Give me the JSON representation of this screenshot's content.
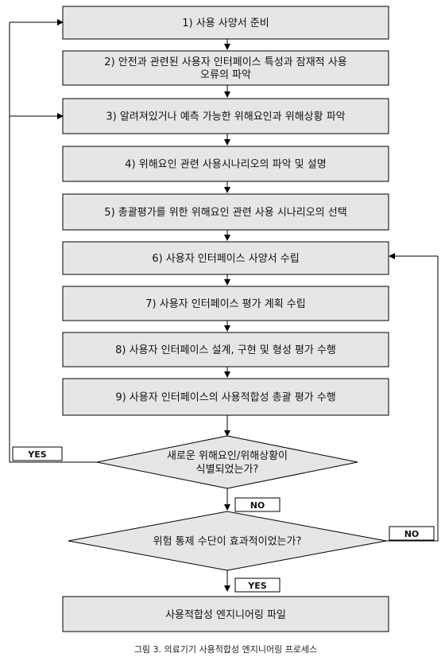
{
  "steps": [
    {
      "lines": [
        "1) 사용 사양서 준비"
      ]
    },
    {
      "lines": [
        "2) 안전과 관련된 사용자 인터페이스 특성과 잠재적 사용",
        "오류의 파악"
      ]
    },
    {
      "lines": [
        "3) 알려져있거나 예측 가능한 위해요인과 위해상황 파악"
      ]
    },
    {
      "lines": [
        "4) 위해요인 관련 사용시나리오의 파악 및 설명"
      ]
    },
    {
      "lines": [
        "5) 총괄평가를 위한 위해요인 관련 사용 시나리오의 선택"
      ]
    },
    {
      "lines": [
        "6) 사용자 인터페이스 사양서 수립"
      ]
    },
    {
      "lines": [
        "7) 사용자 인터페이스 평가 계획 수립"
      ]
    },
    {
      "lines": [
        "8) 사용자 인터페이스 설계, 구현 및 형성 평가 수행"
      ]
    },
    {
      "lines": [
        "9) 사용자 인터페이스의 사용적합성 총괄 평가 수행"
      ]
    }
  ],
  "decisions": [
    {
      "lines": [
        "새로운 위해요인/위해상황이",
        "식별되었는가?"
      ]
    },
    {
      "lines": [
        "위험 통제 수단이 효과적이었는가?"
      ]
    }
  ],
  "labels": {
    "yes_left": "YES",
    "no_first": "NO",
    "no_right": "NO",
    "yes_bottom": "YES"
  },
  "final_step": {
    "lines": [
      "사용적합성 엔지니어링 파일"
    ]
  },
  "caption": "그림 3. 의료기기 사용적합성 엔지니어링 프로세스",
  "colors": {
    "box_fill": "#e6e6e6",
    "line": "#000000"
  }
}
